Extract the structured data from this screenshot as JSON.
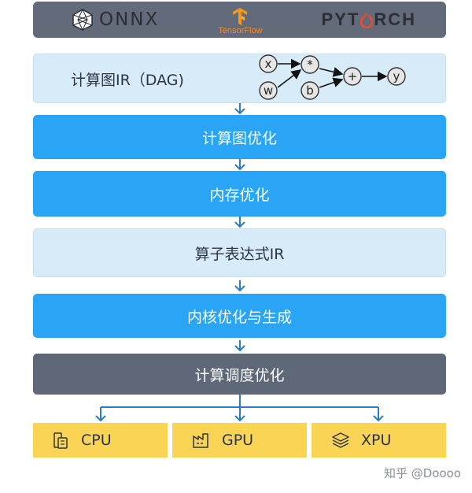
{
  "frameworks": {
    "onnx": "ONNX",
    "tensorflow": "TensorFlow",
    "pytorch_pre": "PYT",
    "pytorch_post": "RCH"
  },
  "stages": {
    "ir_dag": "计算图IR（DAG)",
    "graph_opt": "计算图优化",
    "memory_opt": "内存优化",
    "operator_ir": "算子表达式IR",
    "kernel_gen": "内核优化与生成",
    "scheduling": "计算调度优化"
  },
  "dag": {
    "x": "x",
    "w": "w",
    "mul": "*",
    "b": "b",
    "add": "+",
    "y": "y"
  },
  "targets": {
    "cpu": "CPU",
    "gpu": "GPU",
    "xpu": "XPU"
  },
  "watermark": "知乎 @Doooo",
  "colors": {
    "header": "#636b7b",
    "light_stage": "#d8ebf8",
    "blue_stage": "#2aa5f5",
    "gray_stage": "#5f6878",
    "target": "#fad555",
    "arrow": "#2a7dc0"
  }
}
